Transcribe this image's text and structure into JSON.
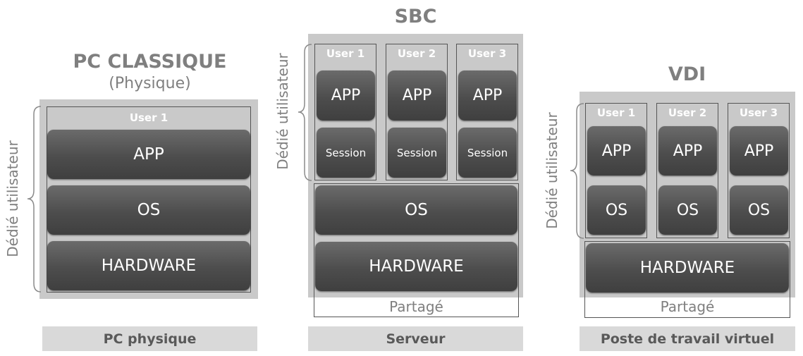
{
  "classic": {
    "title": "PC CLASSIQUE",
    "subtitle": "(Physique)",
    "side_label": "Dédié utilisateur",
    "user": "User 1",
    "app": "APP",
    "os": "OS",
    "hardware": "HARDWARE",
    "footer": "PC physique"
  },
  "sbc": {
    "title": "SBC",
    "side_label": "Dédié utilisateur",
    "users": [
      {
        "name": "User 1",
        "app": "APP",
        "session": "Session"
      },
      {
        "name": "User 2",
        "app": "APP",
        "session": "Session"
      },
      {
        "name": "User 3",
        "app": "APP",
        "session": "Session"
      }
    ],
    "os": "OS",
    "hardware": "HARDWARE",
    "shared": "Partagé",
    "footer": "Serveur"
  },
  "vdi": {
    "title": "VDI",
    "side_label": "Dédié utilisateur",
    "users": [
      {
        "name": "User 1",
        "app": "APP",
        "os": "OS"
      },
      {
        "name": "User 2",
        "app": "APP",
        "os": "OS"
      },
      {
        "name": "User 3",
        "app": "APP",
        "os": "OS"
      }
    ],
    "hardware": "HARDWARE",
    "shared": "Partagé",
    "footer": "Poste de travail virtuel"
  }
}
